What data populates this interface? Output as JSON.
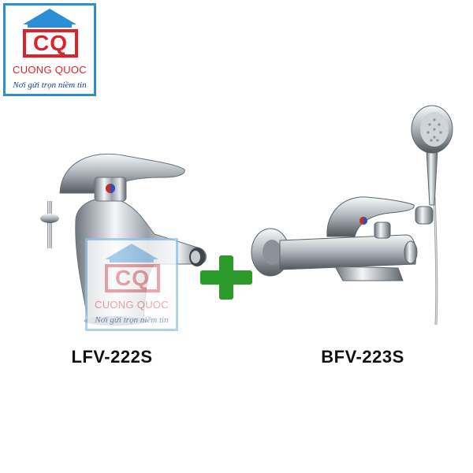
{
  "logo": {
    "mark_text": "CQ",
    "brand_name": "CUONG QUOC",
    "tagline": "Nơi gửi trọn niềm tin"
  },
  "products": [
    {
      "model": "LFV-222S"
    },
    {
      "model": "BFV-223S"
    }
  ],
  "colors": {
    "logo_border": "#2a8fd6",
    "logo_red": "#e0212a",
    "logo_blue": "#1a3a8a",
    "plus_green": "#2a9a2a",
    "chrome": "#b8bec4"
  },
  "icons": {
    "plus": "plus-icon",
    "house_roof": "house-roof-icon"
  }
}
